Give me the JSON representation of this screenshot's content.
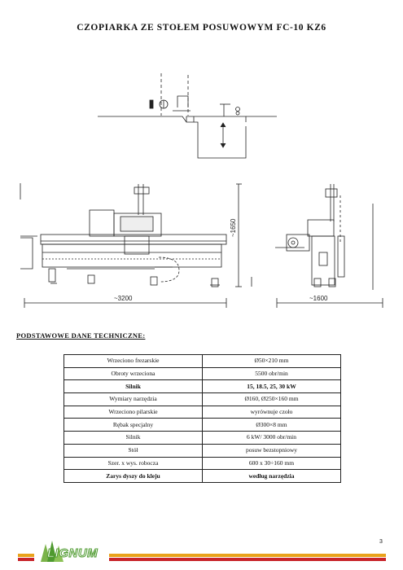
{
  "document": {
    "title": "CZOPIARKA ZE STOŁEM POSUWOWYM FC-10 KZ6",
    "page_number": "3"
  },
  "drawing": {
    "dim_length": "~3200",
    "dim_height": "~1650",
    "dim_width": "~1600"
  },
  "specs": {
    "heading": "PODSTAWOWE DANE TECHNICZNE:",
    "rows": [
      {
        "label": "Wrzeciono frezarskie",
        "value": "Ø50×210 mm",
        "bold": false
      },
      {
        "label": "Obroty wrzeciona",
        "value": "5500 obr/min",
        "bold": false
      },
      {
        "label": "Silnik",
        "value": "15, 18.5, 25, 30 kW",
        "bold": true
      },
      {
        "label": "Wymiary narzędzia",
        "value": "Ø160, Ø250×160 mm",
        "bold": false
      },
      {
        "label": "Wrzeciono pilarskie",
        "value": "wyrównuje czoło",
        "bold": false
      },
      {
        "label": "Rębak specjalny",
        "value": "Ø300×8 mm",
        "bold": false
      },
      {
        "label": "Silnik",
        "value": "6 kW/ 3000 obr/min",
        "bold": false
      },
      {
        "label": "Stół",
        "value": "posuw bezstopniowy",
        "bold": false
      },
      {
        "label": "Szer. x wys. robocza",
        "value": "600 x 30÷160 mm",
        "bold": false
      },
      {
        "label": "Zarys dyszy do kleju",
        "value": "według narzędzia",
        "bold": true
      }
    ]
  },
  "footer": {
    "logo_text": "LIGNUM",
    "colors": {
      "orange": "#e9a21b",
      "red": "#c8242a",
      "green": "#4e9a2f"
    }
  }
}
